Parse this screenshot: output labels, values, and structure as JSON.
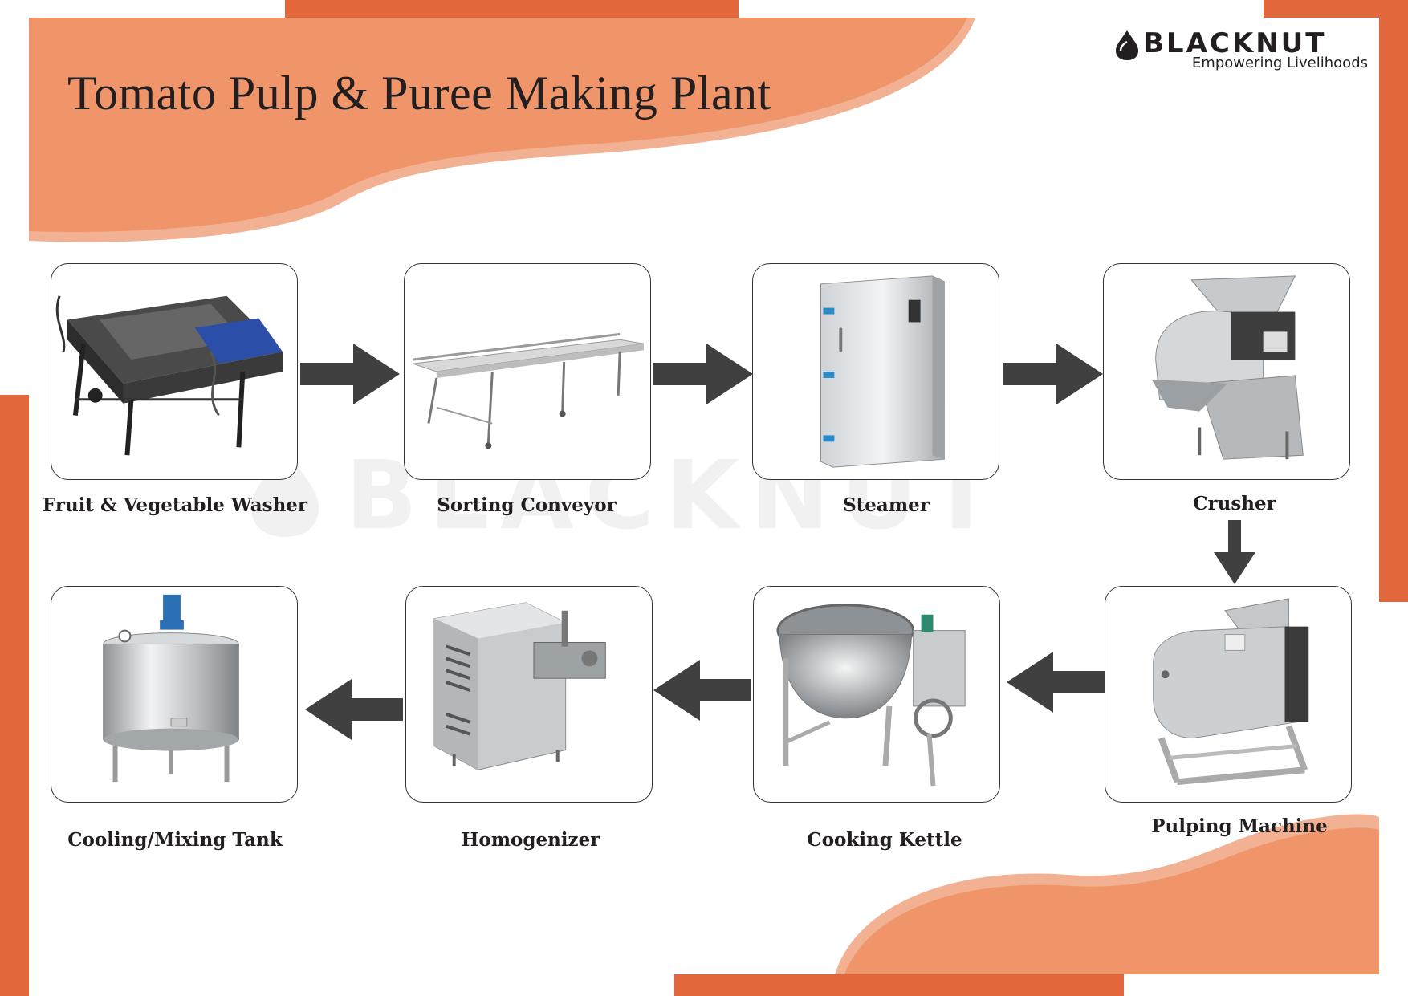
{
  "title": "Tomato Pulp & Puree Making Plant",
  "brand": {
    "name": "BLACKNUT",
    "tagline": "Empowering Livelihoods",
    "watermark": "BLACKNUT"
  },
  "colors": {
    "accent_dark": "#e2673a",
    "accent_light": "#f09469",
    "text": "#231f20",
    "arrow": "#404041",
    "card_border": "#333333"
  },
  "steps": [
    {
      "label": "Fruit & Vegetable Washer",
      "icon": "washer-machine-icon"
    },
    {
      "label": "Sorting Conveyor",
      "icon": "conveyor-icon"
    },
    {
      "label": "Steamer",
      "icon": "steamer-cabinet-icon"
    },
    {
      "label": "Crusher",
      "icon": "crusher-icon"
    },
    {
      "label": "Pulping Machine",
      "icon": "pulping-machine-icon"
    },
    {
      "label": "Cooking Kettle",
      "icon": "cooking-kettle-icon"
    },
    {
      "label": "Homogenizer",
      "icon": "homogenizer-icon"
    },
    {
      "label": "Cooling/Mixing Tank",
      "icon": "mixing-tank-icon"
    }
  ]
}
